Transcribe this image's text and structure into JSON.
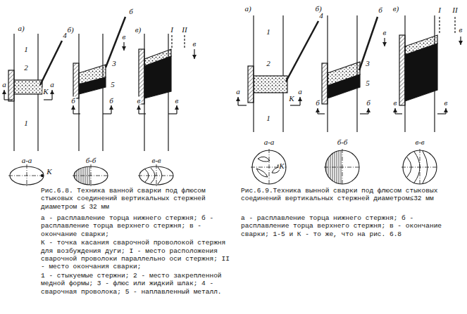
{
  "diagram": {
    "labels": [
      "а)",
      "1",
      "2",
      "4",
      "К",
      "а",
      "а",
      "1",
      "б)",
      "б",
      "в",
      "3",
      "5",
      "б",
      "б",
      "в)",
      "I",
      "II",
      "в",
      "в",
      "в",
      "а-а",
      "К",
      "б-б",
      "в-в",
      "Рис.6.8. Техника ванной сварки под флюсом стыковых соединений вертикальных стержней диаметром ≤ 32 мм",
      "а - расплавление торца нижнего стержня; б - расплавление торца верхнего стержня; в - окончание сварки;",
      "К - точка касания сварочной проволокой стержня для возбуждения дуги; I - место расположения сварочной проволоки параллельно оси стержня; II - место окончания сварки;",
      "1 - стыкуемые стержни; 2 - место закрепленной медной формы; 3 - флюс или жидкий шлак; 4 - сварочная проволока; 5 - наплавленный металл.",
      "а)",
      "1",
      "2",
      "4",
      "К",
      "а",
      "а",
      "1",
      "б)",
      "б",
      "в",
      "3",
      "5",
      "б",
      "б",
      "в)",
      "I",
      "II",
      "в",
      "в",
      "в",
      "а-а",
      "К",
      "б-б",
      "в-в",
      "Рис.6.9.Техника вынной сварки под флюсом стыковых соединений вертикальных стержней диаметром≤32 мм",
      "а - расплавление торца нижнего стержня; б - расплавление торца верхнего стержня; в - окончание сварки; 1-5 и К - то же, что на рис. 6.8"
    ]
  }
}
